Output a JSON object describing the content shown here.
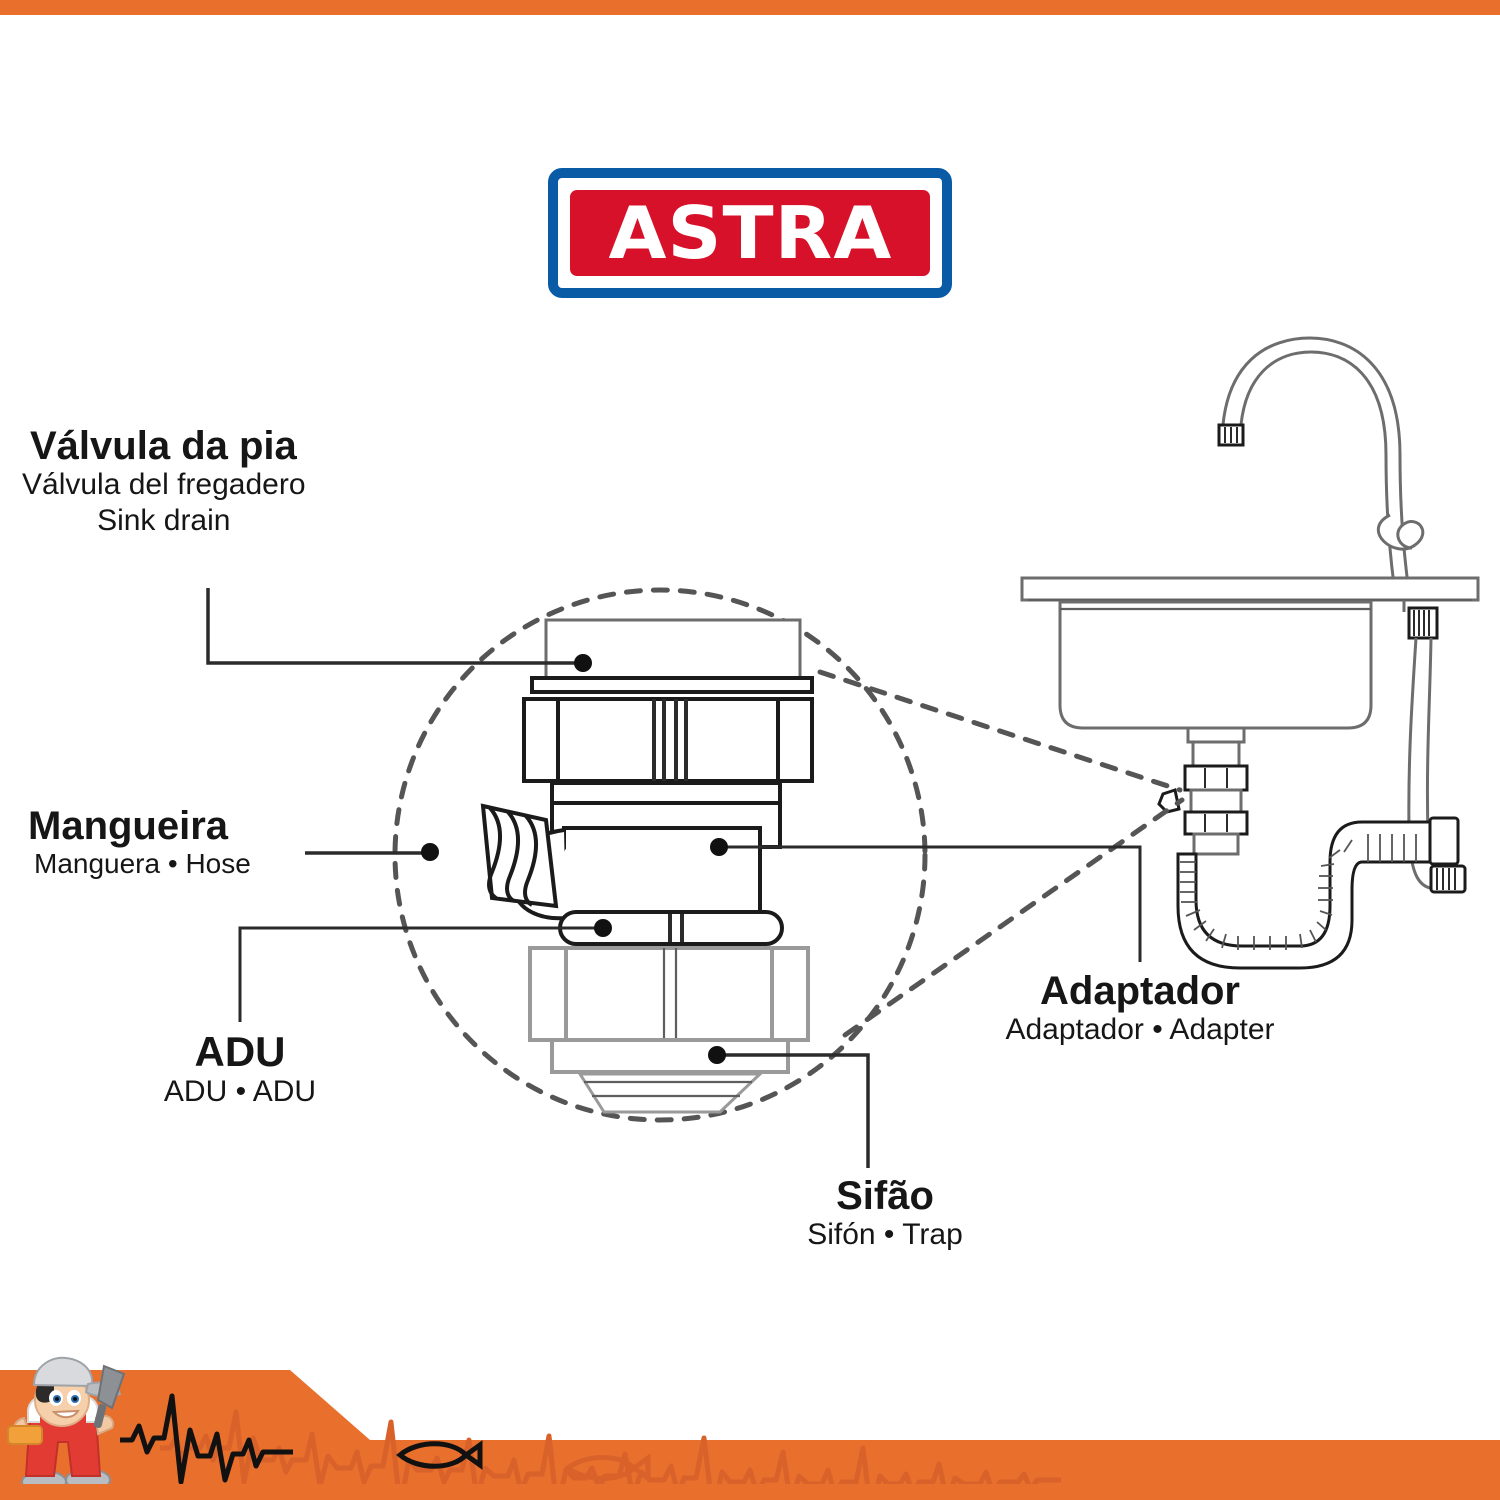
{
  "brand": {
    "logo_text": "ASTRA",
    "logo_border_color": "#0a5ba6",
    "logo_fill_color": "#d8112a",
    "logo_text_color": "#ffffff"
  },
  "theme": {
    "accent_orange": "#e96f2d",
    "line_dark": "#1b1b1b",
    "line_mid": "#6d6d6d",
    "line_light": "#9a9a9a",
    "text_color": "#161616"
  },
  "labels": [
    {
      "id": "sink-drain",
      "pt": "Válvula da pia",
      "es": "Válvula del fregadero",
      "en": "Sink drain"
    },
    {
      "id": "hose",
      "pt": "Mangueira",
      "sub": "Manguera • Hose"
    },
    {
      "id": "adu",
      "pt": "ADU",
      "sub": "ADU • ADU"
    },
    {
      "id": "trap",
      "pt": "Sifão",
      "sub": "Sifón • Trap"
    },
    {
      "id": "adapter",
      "pt": "Adaptador",
      "sub": "Adaptador • Adapter"
    }
  ],
  "diagram": {
    "type": "exploded-assembly",
    "callout_shape": "dashed-circle",
    "magnified_region": "under-sink drain assembly",
    "components": [
      "sink basin",
      "gooseneck faucet",
      "sink drain valve",
      "hose",
      "ADU",
      "adapter",
      "corrugated flexible trap"
    ]
  },
  "footer": {
    "mascot": "plumber-mascot",
    "wave_black": "ecg-wave-black",
    "wave_orange": "ecg-wave-orange",
    "fish_black": "fish-symbol-black",
    "fish_orange": "fish-symbol-orange"
  }
}
